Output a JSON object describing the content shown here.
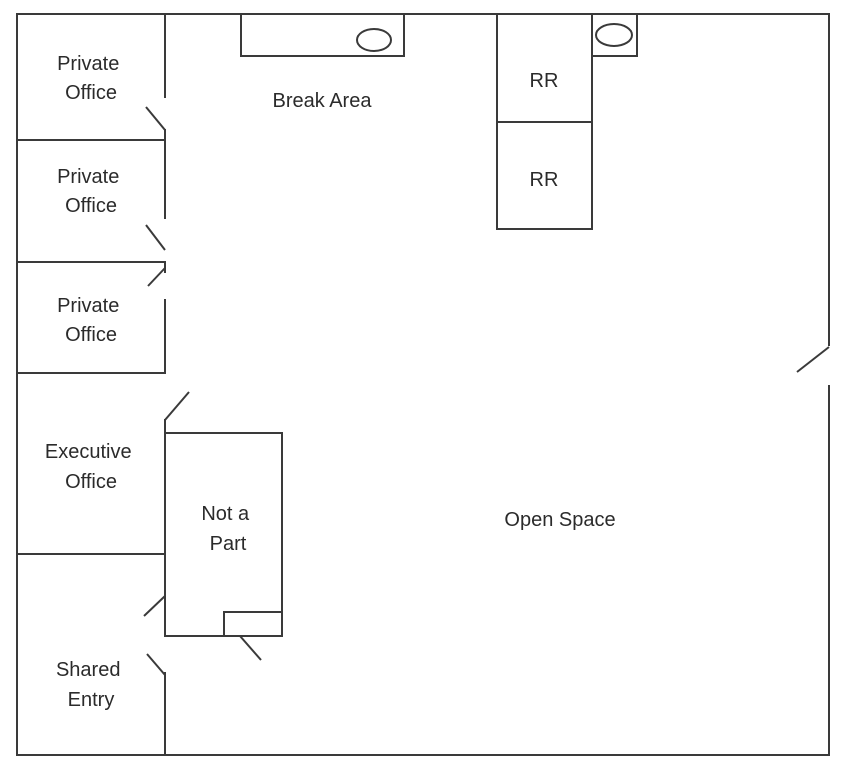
{
  "rooms": {
    "private_office_1": [
      "Private",
      "Office"
    ],
    "private_office_2": [
      "Private",
      "Office"
    ],
    "private_office_3": [
      "Private",
      "Office"
    ],
    "executive_office": [
      "Executive",
      "Office"
    ],
    "shared_entry": [
      "Shared",
      "Entry"
    ],
    "break_area": "Break Area",
    "restroom_1": "RR",
    "restroom_2": "RR",
    "not_a_part": [
      "Not a",
      "Part"
    ],
    "open_space": "Open Space"
  },
  "colors": {
    "wall": "#3a3a3a",
    "text": "#2b2b2b",
    "background": "#ffffff"
  }
}
